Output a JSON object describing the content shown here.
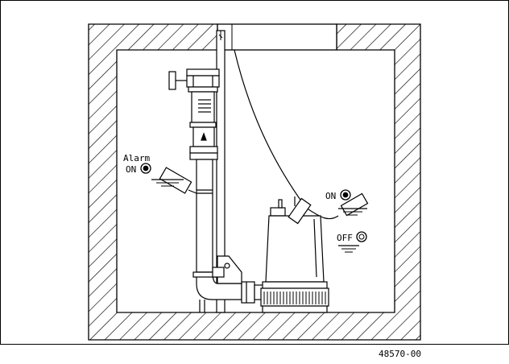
{
  "labels": {
    "alarm": "Alarm",
    "alarm_on": "ON",
    "on": "ON",
    "off": "OFF",
    "drawing_number": "48570-00"
  },
  "colors": {
    "line": "#000000",
    "background": "#ffffff"
  }
}
